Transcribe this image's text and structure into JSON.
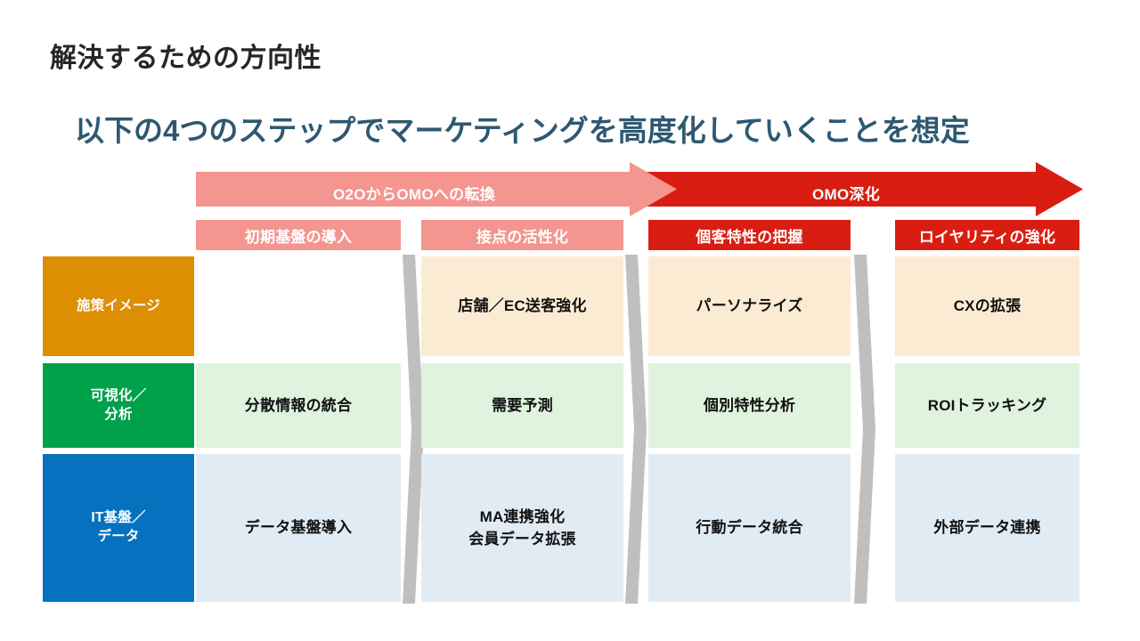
{
  "slide": {
    "title": "解決するための方向性",
    "subtitle": "以下の4つのステップでマーケティングを高度化していくことを想定",
    "title_color": "#262626",
    "subtitle_color": "#2E5871",
    "background": "#FFFFFF"
  },
  "phases": [
    {
      "label": "O2OからOMOへの転換",
      "color": "#F4958F",
      "name": "phase-arrow-o2o-to-omo"
    },
    {
      "label": "OMO深化",
      "color": "#DA1D12",
      "name": "phase-arrow-omo-deepening"
    }
  ],
  "columns": [
    {
      "header": "初期基盤の導入",
      "tone": "light",
      "header_color": "#F4958F"
    },
    {
      "header": "接点の活性化",
      "tone": "light",
      "header_color": "#F4958F"
    },
    {
      "header": "個客特性の把握",
      "tone": "strong",
      "header_color": "#DA1D12"
    },
    {
      "header": "ロイヤリティの強化",
      "tone": "strong",
      "header_color": "#DA1D12"
    }
  ],
  "rows": [
    {
      "label": "施策イメージ",
      "label_color": "#DD8E03",
      "cell_tone": "cream",
      "cell_color": "#FCEBD3",
      "cells": [
        "",
        "店舗／EC送客強化",
        "パーソナライズ",
        "CXの拡張"
      ]
    },
    {
      "label": "可視化／\n分析",
      "label_line1": "可視化／",
      "label_line2": "分析",
      "label_color": "#00A14B",
      "cell_tone": "mint",
      "cell_color": "#DFF3DE",
      "cells": [
        "分散情報の統合",
        "需要予測",
        "個別特性分析",
        "ROIトラッキング"
      ]
    },
    {
      "label": "IT基盤／\nデータ",
      "label_line1": "IT基盤／",
      "label_line2": "データ",
      "label_color": "#0572C0",
      "cell_tone": "ice",
      "cell_color": "#E1EBF4",
      "cells": [
        "データ基盤導入",
        "MA連携強化\n会員データ拡張",
        "行動データ統合",
        "外部データ連携"
      ],
      "cell_1_line1": "MA連携強化",
      "cell_1_line2": "会員データ拡張"
    }
  ],
  "separators": {
    "color": "#BFBFBF",
    "name": "column-separator-chevron-icon",
    "count": 3
  }
}
